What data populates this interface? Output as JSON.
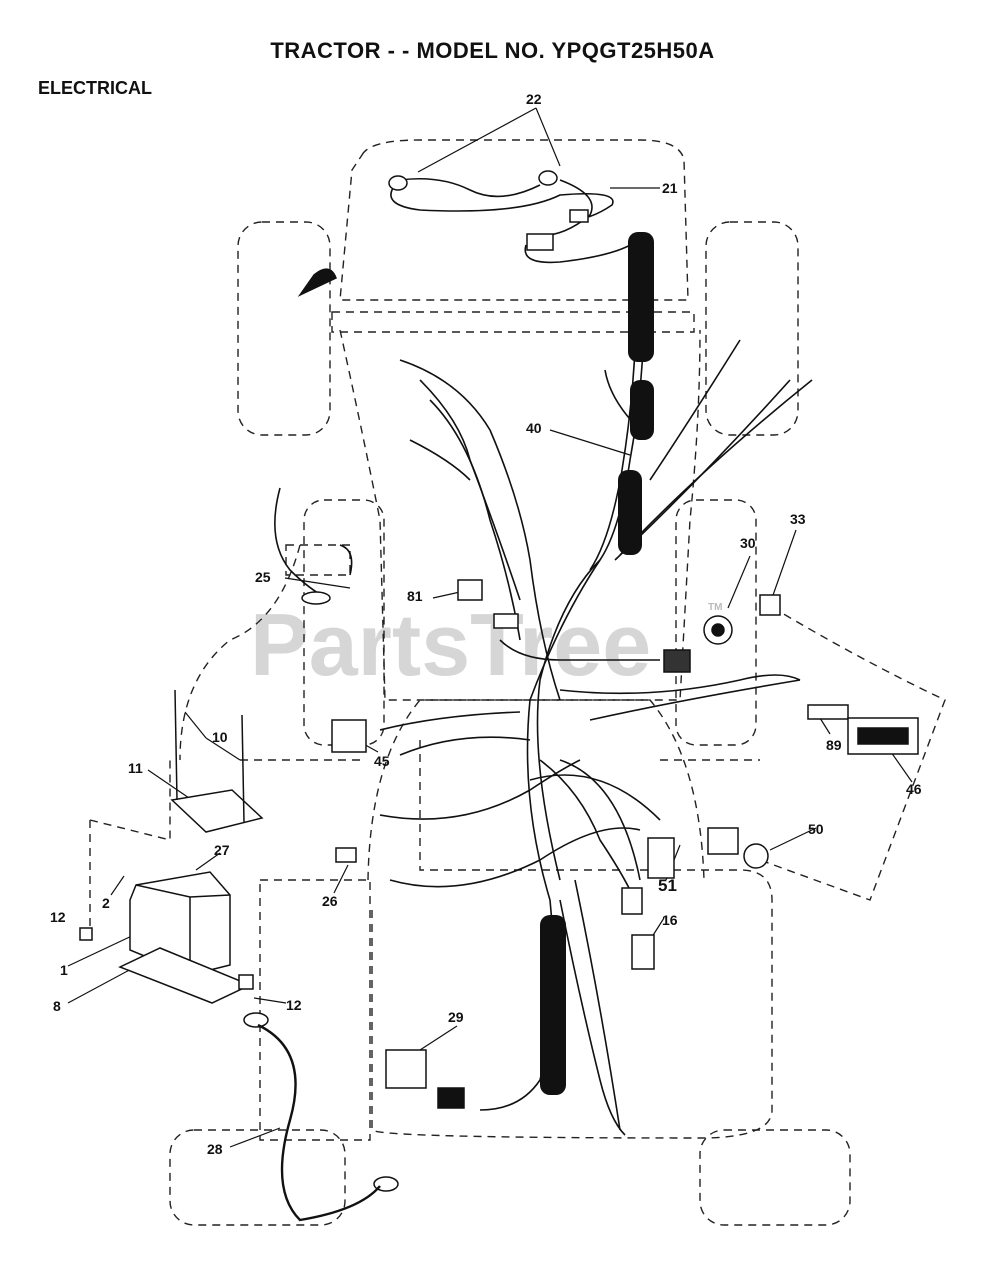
{
  "header": {
    "title": "TRACTOR - - MODEL NO. YPQGT25H50A",
    "section": "ELECTRICAL"
  },
  "watermark": "PartsTree",
  "watermark_tm": "TM",
  "callouts": {
    "c22": "22",
    "c21": "21",
    "c40": "40",
    "c25": "25",
    "c81": "81",
    "c30": "30",
    "c33": "33",
    "c10": "10",
    "c11": "11",
    "c45": "45",
    "c89": "89",
    "c46": "46",
    "c27": "27",
    "c2": "2",
    "c12a": "12",
    "c1": "1",
    "c8": "8",
    "c26": "26",
    "c50": "50",
    "c51": "51",
    "c16": "16",
    "c12b": "12",
    "c29": "29",
    "c28": "28"
  },
  "colors": {
    "line": "#111111",
    "dash": "#222222",
    "watermark": "#c9c9c9"
  }
}
